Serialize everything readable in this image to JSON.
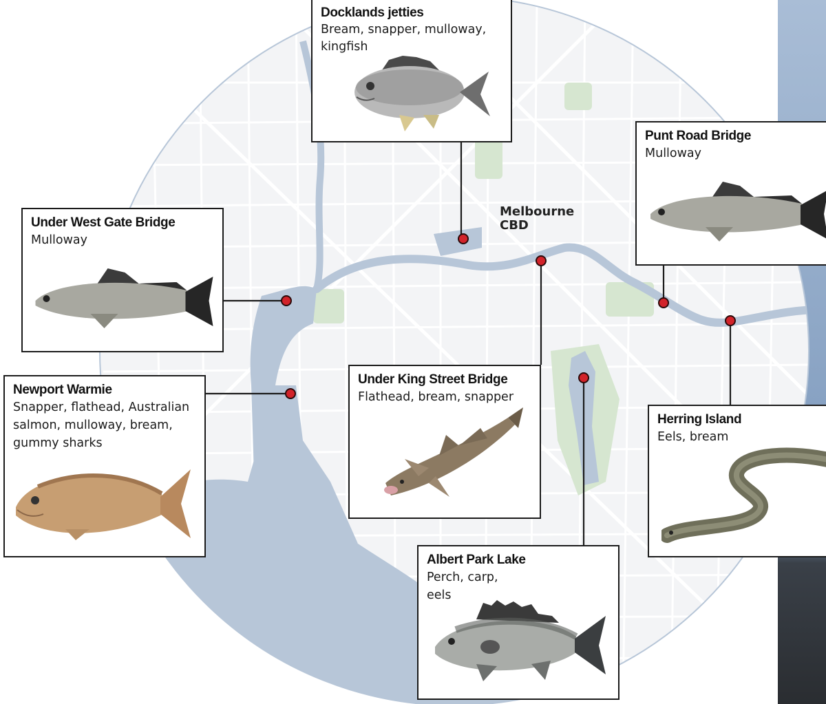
{
  "map": {
    "city_label": {
      "line1": "Melbourne",
      "line2": "CBD"
    },
    "colors": {
      "land": "#f3f4f6",
      "water": "#b7c6d8",
      "park": "#d6e6d0",
      "road": "#ffffff",
      "marker": "#d2232a",
      "card_border": "#1a1a1a",
      "outside_photo": "#8ea7c6"
    }
  },
  "locations": [
    {
      "id": "docklands",
      "title": "Docklands jetties",
      "species_lines": [
        "Bream, snapper, mulloway,",
        "kingfish"
      ],
      "fish_icon": "bream-fish-icon"
    },
    {
      "id": "punt-road",
      "title": "Punt Road Bridge",
      "species_lines": [
        "Mulloway"
      ],
      "fish_icon": "mulloway-fish-icon"
    },
    {
      "id": "west-gate",
      "title": "Under West Gate Bridge",
      "species_lines": [
        "Mulloway"
      ],
      "fish_icon": "mulloway-fish-icon"
    },
    {
      "id": "newport",
      "title": "Newport Warmie",
      "species_lines": [
        "Snapper, flathead, Australian",
        "salmon, mulloway, bream,",
        "gummy sharks"
      ],
      "fish_icon": "snapper-fish-icon"
    },
    {
      "id": "king-street",
      "title": "Under King Street Bridge",
      "species_lines": [
        "Flathead, bream, snapper"
      ],
      "fish_icon": "flathead-fish-icon"
    },
    {
      "id": "herring",
      "title": "Herring Island",
      "species_lines": [
        "Eels, bream"
      ],
      "fish_icon": "eel-icon"
    },
    {
      "id": "albert-park",
      "title": "Albert Park Lake",
      "species_lines": [
        "Perch, carp,",
        "eels"
      ],
      "fish_icon": "perch-fish-icon"
    }
  ]
}
